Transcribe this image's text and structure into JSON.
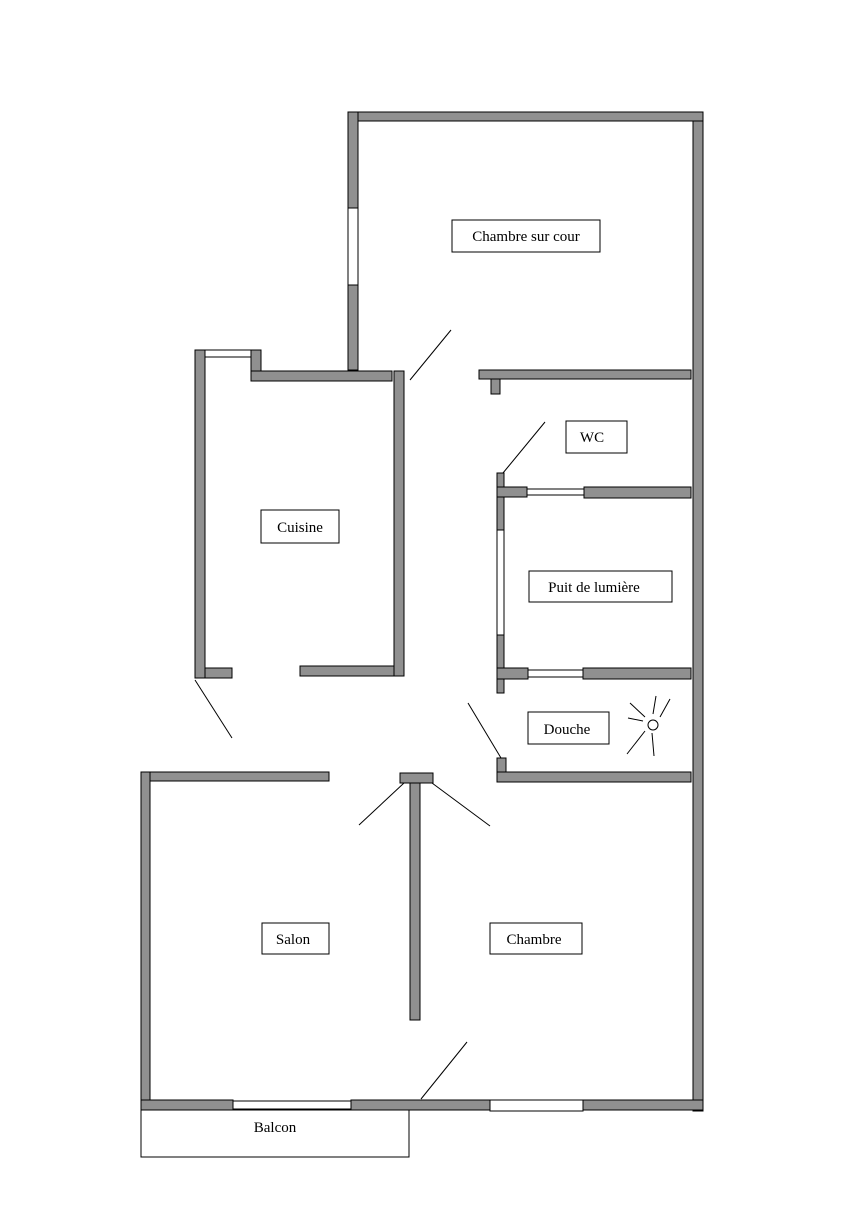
{
  "rooms": {
    "chambre_sur_cour": "Chambre sur cour",
    "cuisine": "Cuisine",
    "wc": "WC",
    "puit": "Puit de lumière",
    "douche": "Douche",
    "salon": "Salon",
    "chambre": "Chambre",
    "balcon": "Balcon"
  },
  "colors": {
    "wall": "#909090",
    "line": "#000000",
    "background": "#ffffff"
  },
  "icons": {
    "light_fixture": "light-fixture-icon"
  }
}
